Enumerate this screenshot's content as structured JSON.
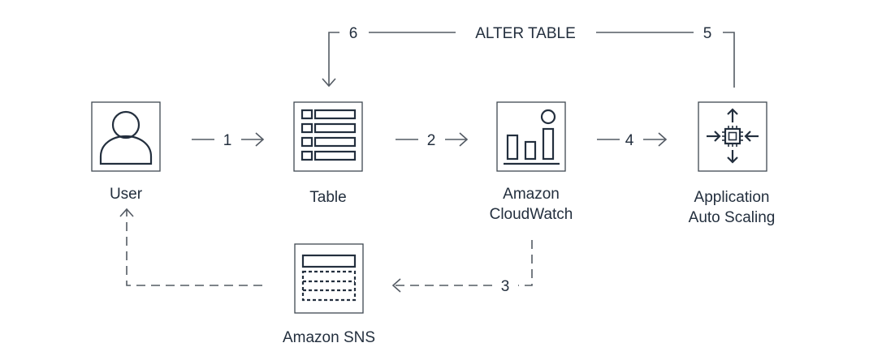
{
  "colors": {
    "ink": "#232f3e",
    "line": "#545b64",
    "box_border": "#3f4850",
    "background": "#ffffff"
  },
  "nodes": {
    "user": {
      "label": "User",
      "icon": "user-icon"
    },
    "table": {
      "label": "Table",
      "icon": "table-icon"
    },
    "cloudwatch": {
      "label_line1": "Amazon",
      "label_line2": "CloudWatch",
      "icon": "cloudwatch-icon"
    },
    "autoscaling": {
      "label_line1": "Application",
      "label_line2": "Auto Scaling",
      "icon": "auto-scaling-icon"
    },
    "sns": {
      "label": "Amazon SNS",
      "icon": "sns-icon"
    }
  },
  "edges": {
    "step1": {
      "label": "1",
      "from": "User",
      "to": "Table",
      "style": "solid"
    },
    "step2": {
      "label": "2",
      "from": "Table",
      "to": "Amazon CloudWatch",
      "style": "solid"
    },
    "step3": {
      "label": "3",
      "from": "Amazon CloudWatch",
      "to": "Amazon SNS",
      "style": "dashed"
    },
    "step4": {
      "label": "4",
      "from": "Amazon CloudWatch",
      "to": "Application Auto Scaling",
      "style": "solid"
    },
    "step5": {
      "label": "5",
      "from": "Application Auto Scaling",
      "style": "solid"
    },
    "step6": {
      "label": "6",
      "to": "Table",
      "style": "solid"
    },
    "alter": {
      "label": "ALTER TABLE"
    },
    "sns_to_user": {
      "from": "Amazon SNS",
      "to": "User",
      "style": "dashed"
    }
  }
}
